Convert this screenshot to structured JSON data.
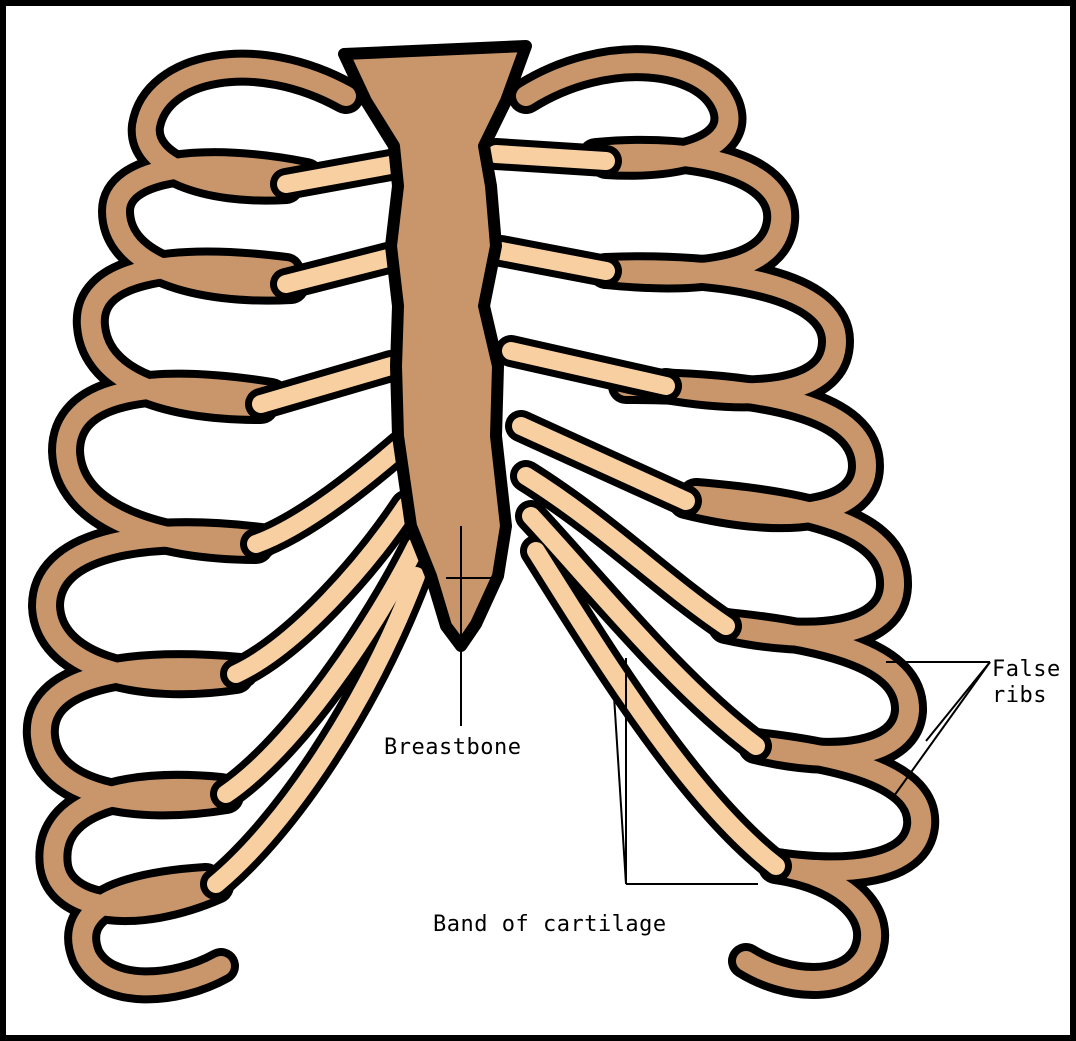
{
  "labels": {
    "breastbone": "Breastbone",
    "false_ribs_line1": "False",
    "false_ribs_line2": "ribs",
    "band_of_cartilage": "Band of cartilage"
  },
  "colors": {
    "background": "#ffffff",
    "border": "#000000",
    "outline": "#000000",
    "bone": "#c8966a",
    "cartilage": "#f8cfa0",
    "breastbone": "#c8966a"
  }
}
